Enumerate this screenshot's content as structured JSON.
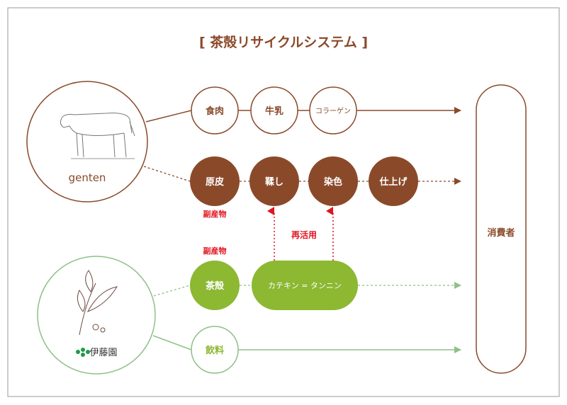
{
  "title": "[ 茶殻リサイクルシステム ]",
  "sources": {
    "cow": {
      "brand": "genten"
    },
    "tea": {
      "brand": "伊藤園"
    }
  },
  "rows": {
    "cow_products": [
      "食肉",
      "牛乳",
      "コラーゲン"
    ],
    "leather_process": [
      "原皮",
      "鞣し",
      "染色",
      "仕上げ"
    ],
    "tea_process": [
      "茶殻",
      "カテキン = タンニン"
    ],
    "beverage": [
      "飲料"
    ]
  },
  "labels": {
    "byproduct_leather": "副産物",
    "byproduct_tea": "副産物",
    "reuse": "再活用",
    "consumer": "消費者"
  },
  "colors": {
    "brown": "#8a4a2a",
    "green": "#8cb832",
    "light_green": "#8fc088",
    "red": "#e0141e",
    "frame": "#9a9a9a"
  }
}
